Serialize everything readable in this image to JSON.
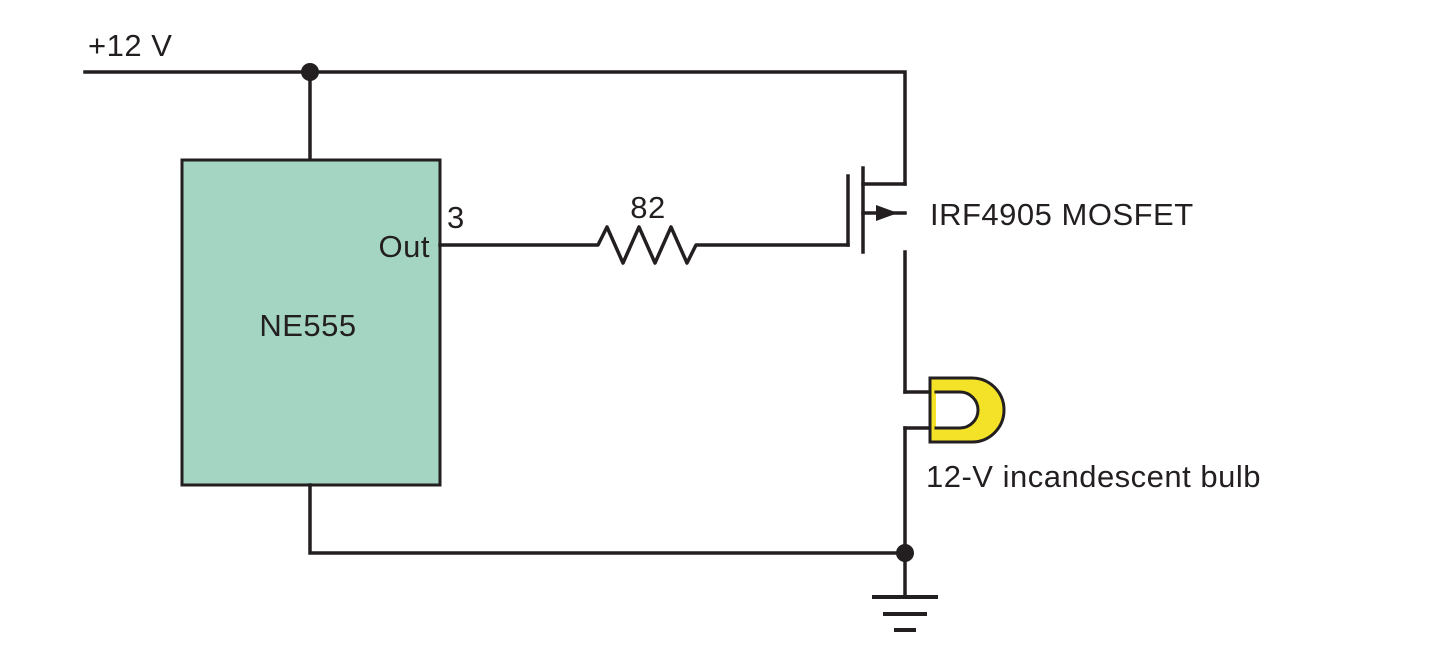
{
  "schematic": {
    "supply_label": "+12 V",
    "ic_label": "NE555",
    "out_label": "Out",
    "pin_number": "3",
    "resistor_value": "82",
    "mosfet_label": "IRF4905 MOSFET",
    "bulb_label": "12-V incandescent bulb"
  },
  "colors": {
    "wire": "#231f20",
    "text": "#231f20",
    "ic_fill": "#a3d5c2",
    "bulb_fill": "#f3e227",
    "bulb_glass": "#ffffff",
    "background": "#ffffff"
  }
}
